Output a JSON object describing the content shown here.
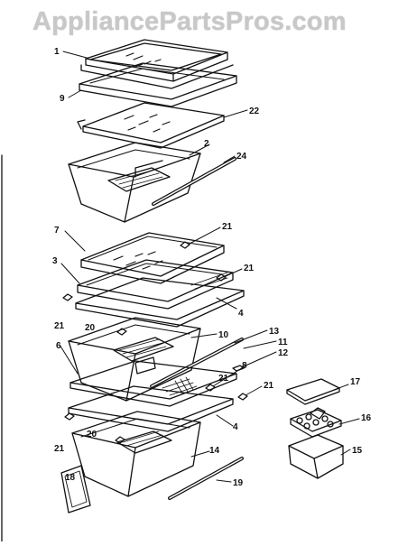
{
  "watermark": "AppliancePartsPros.com",
  "callouts": {
    "c1": "1",
    "c9": "9",
    "c22": "22",
    "c2": "2",
    "c24": "24",
    "c7": "7",
    "c21a": "21",
    "c3": "3",
    "c21b": "21",
    "c4a": "4",
    "c21c": "21",
    "c20a": "20",
    "c13": "13",
    "c6": "6",
    "c10": "10",
    "c11": "11",
    "c12": "12",
    "c8": "8",
    "c21d": "21",
    "c21e": "21",
    "c4b": "4",
    "c21f": "21",
    "c20b": "20",
    "c14": "14",
    "c18": "18",
    "c19": "19",
    "c17": "17",
    "c16": "16",
    "c15": "15"
  }
}
